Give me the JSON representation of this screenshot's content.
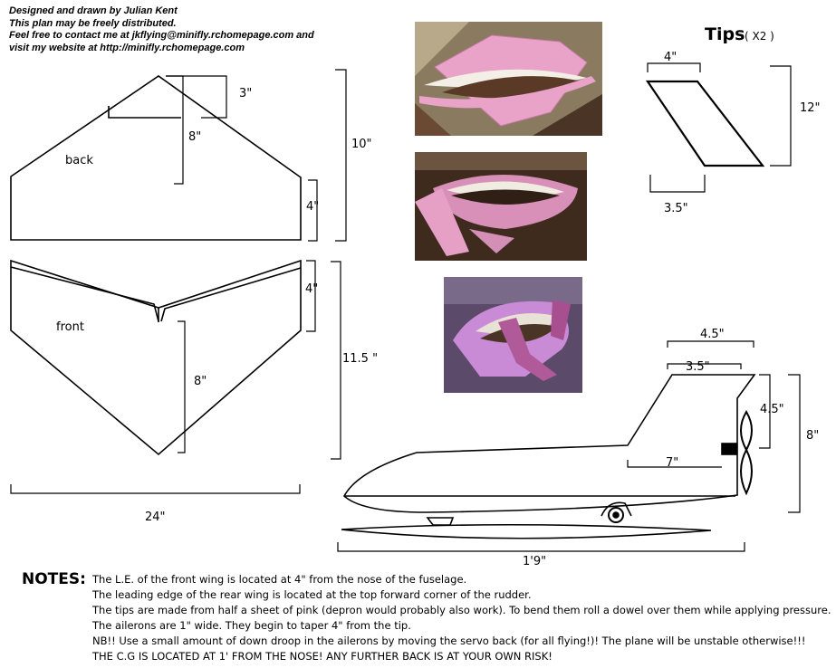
{
  "credits": {
    "line1": "Designed and drawn by Julian Kent",
    "line2": "This plan may be freely distributed.",
    "line3": "Feel free to contact me at jkflying@minifly.rchomepage.com and",
    "line4": "visit my website at http://minifly.rchomepage.com"
  },
  "back_wing": {
    "label": "back",
    "dim_top": "3\"",
    "dim_center": "8\"",
    "dim_tip": "4\"",
    "dim_overall": "10\""
  },
  "front_wing": {
    "label": "front",
    "dim_tip": "4\"",
    "dim_center": "8\"",
    "dim_overall": "11.5 \"",
    "dim_span": "24\""
  },
  "tips": {
    "title": "Tips",
    "qty": "( X2 )",
    "dim_top": "4\"",
    "dim_bottom": "3.5\"",
    "dim_height": "12\""
  },
  "fuselage": {
    "dim_rudder_top": "4.5\"",
    "dim_rudder_inner": "3.5\"",
    "dim_rudder_side": "4.5\"",
    "dim_rudder_base": "7\"",
    "dim_tail_height": "8\"",
    "dim_length": "1'9\""
  },
  "notes": {
    "title": "NOTES:",
    "lines": [
      "The L.E. of the front wing is located at 4\" from the nose of the fuselage.",
      "The leading edge of the rear wing is located at the top forward corner of the rudder.",
      "The tips are made from half a sheet of pink (depron would probably also work). To bend them roll a dowel over them while applying pressure.",
      "The ailerons are 1\" wide. They begin to taper 4\" from the tip.",
      "NB!! Use a small amount of down droop in the ailerons by moving the servo back (for all flying!)! The plane will be unstable otherwise!!!",
      "THE C.G IS LOCATED AT 1' FROM THE NOSE! ANY FURTHER BACK IS AT YOUR OWN RISK!"
    ]
  },
  "colors": {
    "line": "#000000",
    "pink_foam": "#e9a3c8",
    "photo_bg_dark": "#3e2b1e"
  }
}
